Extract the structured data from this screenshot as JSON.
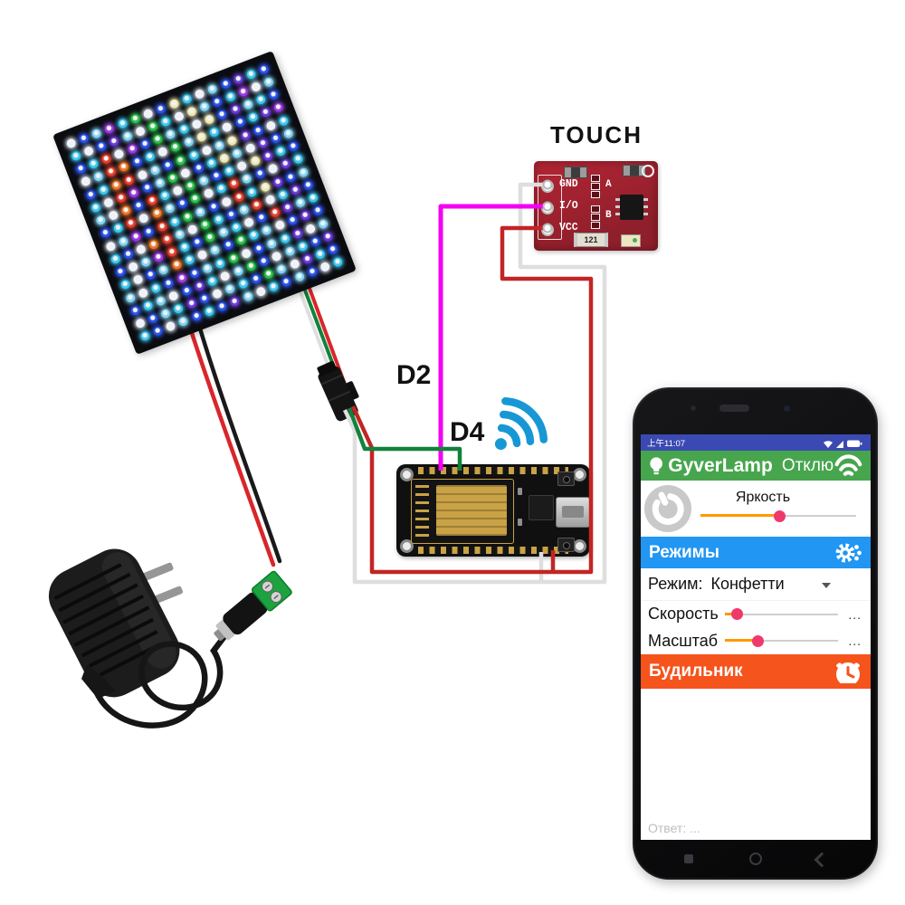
{
  "labels": {
    "touch": "TOUCH",
    "d2": "D2",
    "d4": "D4"
  },
  "touch_module": {
    "pins": [
      "GND",
      "I/O",
      "VCC"
    ],
    "jumpers": [
      "A",
      "B"
    ],
    "resistor": "121"
  },
  "wires": {
    "io_d2": {
      "color": "#F400F2"
    },
    "data_d4": {
      "color": "#12823B"
    },
    "power": {
      "color": "#C22525"
    },
    "power_bright": {
      "color": "#D8262A"
    },
    "ground": {
      "color": "#DEDEDE"
    },
    "black": {
      "color": "#1A1A1A"
    }
  },
  "wifi_symbol_color": "#1798D5",
  "matrix": {
    "rows": 16,
    "cols": 16,
    "palette": {
      "b": "#2A52E8",
      "c": "#3EC8F0",
      "w": "#EDF3FF",
      "p": "#9C3BE0",
      "v": "#6A3BD8",
      "m": "#E04AD8",
      "g": "#2BC14D",
      "r": "#E8402C",
      "o": "#F07828",
      "y": "#EDE8B0",
      "t": "#7FD4F5"
    },
    "pattern": [
      "wbtpcgwbycwtbvcb",
      "cwbvtwgcwytbcpwt",
      "bcrwpbgtcwybvtcb",
      "wtrobcwgtycwbcvp",
      "bcorwtbgcwtyvbwc",
      "cwrpbtgwbcytwvbt",
      "twobrcwgtbcwyvcb",
      "bcrwotbgwcrtbwvc",
      "wtpbrcgtbwrcyvbt",
      "cbwortwgcbtrwcvb",
      "bwtprcbgtcwbrvtc",
      "cwbtocwtbgctwbvb",
      "twcbpbtcgwbtcvwt",
      "bctwbvcwtgbwtcbv",
      "wbtcvbwtcbgtwvcb",
      "cbwtbcbvtwcbtbwc"
    ]
  },
  "phone": {
    "status_bar": {
      "time": "上午11:07"
    },
    "header": {
      "app": "GyverLamp",
      "state": "Отклю"
    },
    "brightness": {
      "label": "Яркость",
      "pct": 51
    },
    "modes": {
      "title": "Режимы",
      "row_label": "Режим:",
      "row_value": "Конфетти",
      "sliders": [
        {
          "label": "Скорость",
          "pct": 11,
          "more": "..."
        },
        {
          "label": "Масштаб",
          "pct": 29,
          "more": "..."
        }
      ]
    },
    "alarm": {
      "title": "Будильник"
    },
    "reply": "Ответ:  ..."
  },
  "colors": {
    "status_bar": "#3B4AB2",
    "header_green": "#47A64D",
    "modes_blue": "#2196F3",
    "alarm_orange": "#F5541D",
    "slider_fill": "#FF9800",
    "slider_knob": "#F0396B"
  }
}
